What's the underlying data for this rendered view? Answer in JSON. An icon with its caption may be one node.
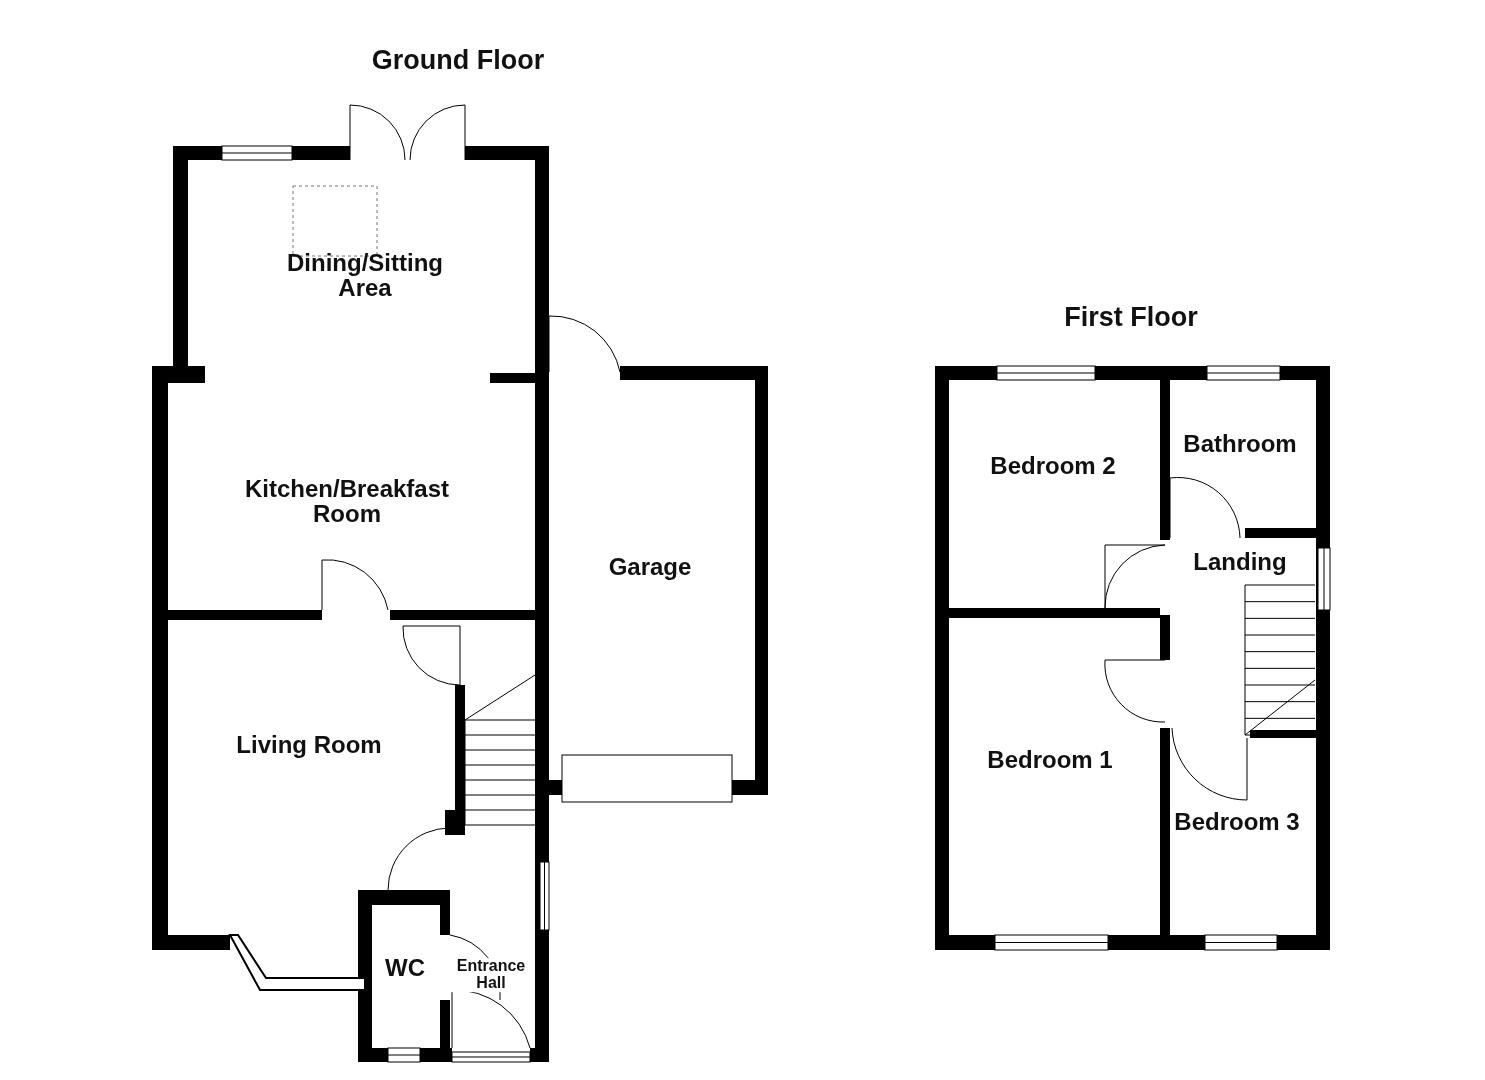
{
  "diagram": {
    "nodes": [
      {
        "text": [
          "Dining/Sitting Area"
        ]
      },
      {
        "text": [
          "Kitchen/Breakfast Room"
        ]
      },
      {
        "text": [
          "Garage"
        ]
      },
      {
        "text": [
          "Living Room"
        ]
      },
      {
        "text": [
          "WC"
        ]
      },
      {
        "text": [
          "Entrance Hall"
        ]
      },
      {
        "text": [
          "Bedroom 2"
        ]
      },
      {
        "text": [
          "Bathroom"
        ]
      },
      {
        "text": [
          "Landing"
        ]
      },
      {
        "text": [
          "Bedroom 1"
        ]
      },
      {
        "text": [
          "Bedroom 3"
        ]
      }
    ],
    "labels": [
      "Ground Floor",
      "First Floor"
    ]
  }
}
